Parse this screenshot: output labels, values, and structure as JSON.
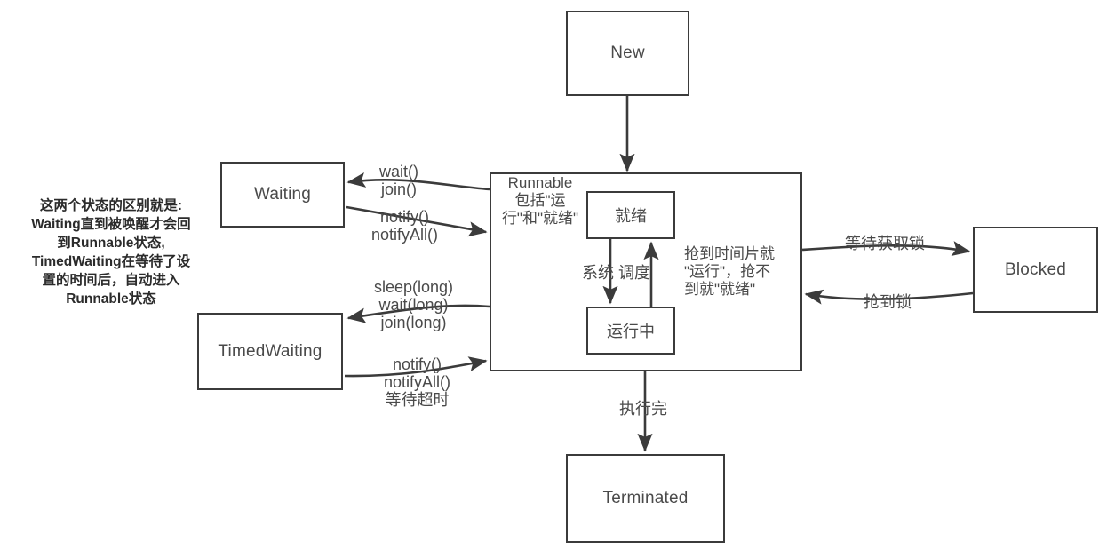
{
  "diagram": {
    "title": "Java Thread State Transition Diagram",
    "background_color": "#ffffff",
    "stroke_color": "#3b3b3b",
    "text_color": "#4a4a4a",
    "annotation_color": "#2b2b2b"
  },
  "nodes": {
    "new": "New",
    "waiting": "Waiting",
    "timed_waiting": "TimedWaiting",
    "blocked": "Blocked",
    "terminated": "Terminated",
    "runnable_label": "Runnable\n包括\"运\n行\"和\"就绪\"",
    "ready": "就绪",
    "running": "运行中"
  },
  "edge_labels": {
    "wait_join": "wait()\njoin()",
    "notify_notifyall": "notify()\nnotifyAll()",
    "sleep_wait_join_long": "sleep(long)\nwait(long)\njoin(long)",
    "notify_timeout": "notify()\nnotifyAll()\n等待超时",
    "wait_for_lock": "等待获取锁",
    "got_lock": "抢到锁",
    "system_schedule": "系统 调度",
    "finished": "执行完"
  },
  "inline_notes": {
    "timeslice": "抢到时间片就\n\"运行\"，抢不\n到就\"就绪\""
  },
  "annotation": {
    "text": "这两个状态的区别就是:\nWaiting直到被唤醒才会回\n到Runnable状态,\nTimedWaiting在等待了设\n置的时间后，自动进入\nRunnable状态"
  }
}
